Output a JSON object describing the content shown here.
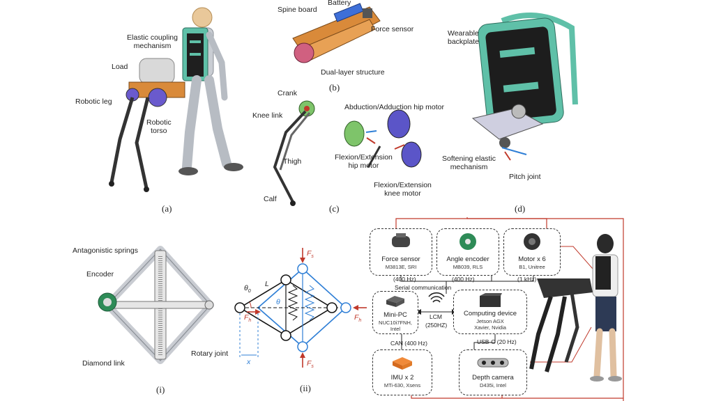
{
  "panel_a": {
    "labels": {
      "load": "Load",
      "elastic_coupling": "Elastic coupling\nmechanism",
      "robotic_leg": "Robotic leg",
      "robotic_torso": "Robotic\ntorso"
    },
    "caption": "(a)"
  },
  "panel_b": {
    "labels": {
      "spine_board": "Spine board",
      "battery": "Battery",
      "force_sensor": "Force sensor",
      "dual_layer": "Dual-layer structure"
    },
    "caption": "(b)"
  },
  "panel_c": {
    "labels": {
      "crank": "Crank",
      "knee_link": "Knee link",
      "thigh": "Thigh",
      "calf": "Calf",
      "abduction_motor": "Abduction/Adduction hip motor",
      "flexion_hip_motor": "Flexion/Extension\nhip motor",
      "flexion_knee_motor": "Flexion/Extension\nknee motor"
    },
    "caption": "(c)"
  },
  "panel_d": {
    "labels": {
      "wearable_backplate": "Wearable\nbackplate",
      "softening_elastic": "Softening elastic\nmechanism",
      "pitch_joint": "Pitch joint"
    },
    "caption": "(d)"
  },
  "panel_i": {
    "labels": {
      "antagonistic_springs": "Antagonistic springs",
      "encoder": "Encoder",
      "diamond_link": "Diamond link",
      "rotary_joint": "Rotary joint"
    },
    "caption": "(i)"
  },
  "panel_ii": {
    "labels": {
      "fs_top": "F",
      "fs_top_sub": "s",
      "fs_bottom": "F",
      "fs_bottom_sub": "s",
      "fh_left": "F",
      "fh_left_sub": "h",
      "fh_right": "F",
      "fh_right_sub": "h",
      "theta0": "θ",
      "theta0_sub": "0",
      "theta": "θ",
      "link_length": "L",
      "x": "x"
    },
    "caption": "(ii)"
  },
  "system": {
    "force_sensor": {
      "title": "Force sensor",
      "sub": "M3813E, SRI",
      "rate": "(400 Hz)"
    },
    "angle_encoder": {
      "title": "Angle encoder",
      "sub": "MB039, RLS",
      "rate": "(400 Hz)"
    },
    "motor": {
      "title": "Motor x 6",
      "sub": "B1, Unitree",
      "rate": "(1 kHz)"
    },
    "serial": "Serial communication",
    "mini_pc": {
      "title": "Mini-PC",
      "sub": "NUC10i7FNH, Intel"
    },
    "lcm": {
      "title": "LCM",
      "rate": "(250HZ)"
    },
    "computing": {
      "title": "Computing device",
      "sub1": "Jetson AGX",
      "sub2": "Xavier, Nvidia"
    },
    "can": "CAN (400 Hz)",
    "usbc": "USB-C (20 Hz)",
    "imu": {
      "title": "IMU x 2",
      "sub": "MTi-630, Xsens"
    },
    "depth": {
      "title": "Depth camera",
      "sub": "D435i, Intel"
    }
  },
  "colors": {
    "accent_red": "#c0392b",
    "blue": "#2f7fd6",
    "backplate_green": "#5fc0a8",
    "torso_orange": "#d98a3a",
    "motor_purple": "#6a5acd"
  }
}
